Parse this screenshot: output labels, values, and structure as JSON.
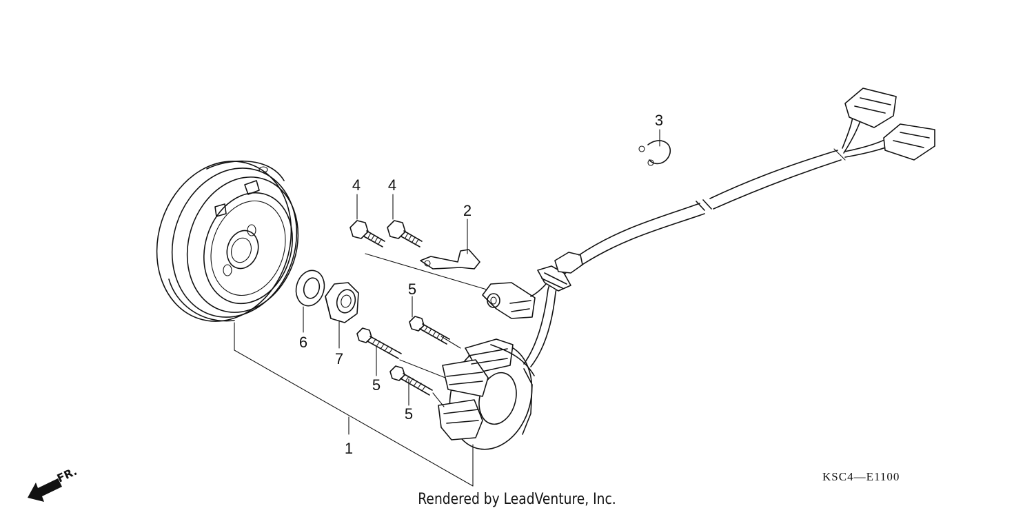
{
  "diagram": {
    "callouts": [
      {
        "id": "1",
        "text": "1"
      },
      {
        "id": "2",
        "text": "2"
      },
      {
        "id": "3",
        "text": "3"
      },
      {
        "id": "4a",
        "text": "4"
      },
      {
        "id": "4b",
        "text": "4"
      },
      {
        "id": "5a",
        "text": "5"
      },
      {
        "id": "5b",
        "text": "5"
      },
      {
        "id": "5c",
        "text": "5"
      },
      {
        "id": "6",
        "text": "6"
      },
      {
        "id": "7",
        "text": "7"
      }
    ],
    "diagram_code": "KSC4—E1100",
    "direction_marker": "FR.",
    "credit": "Rendered by LeadVenture, Inc."
  }
}
